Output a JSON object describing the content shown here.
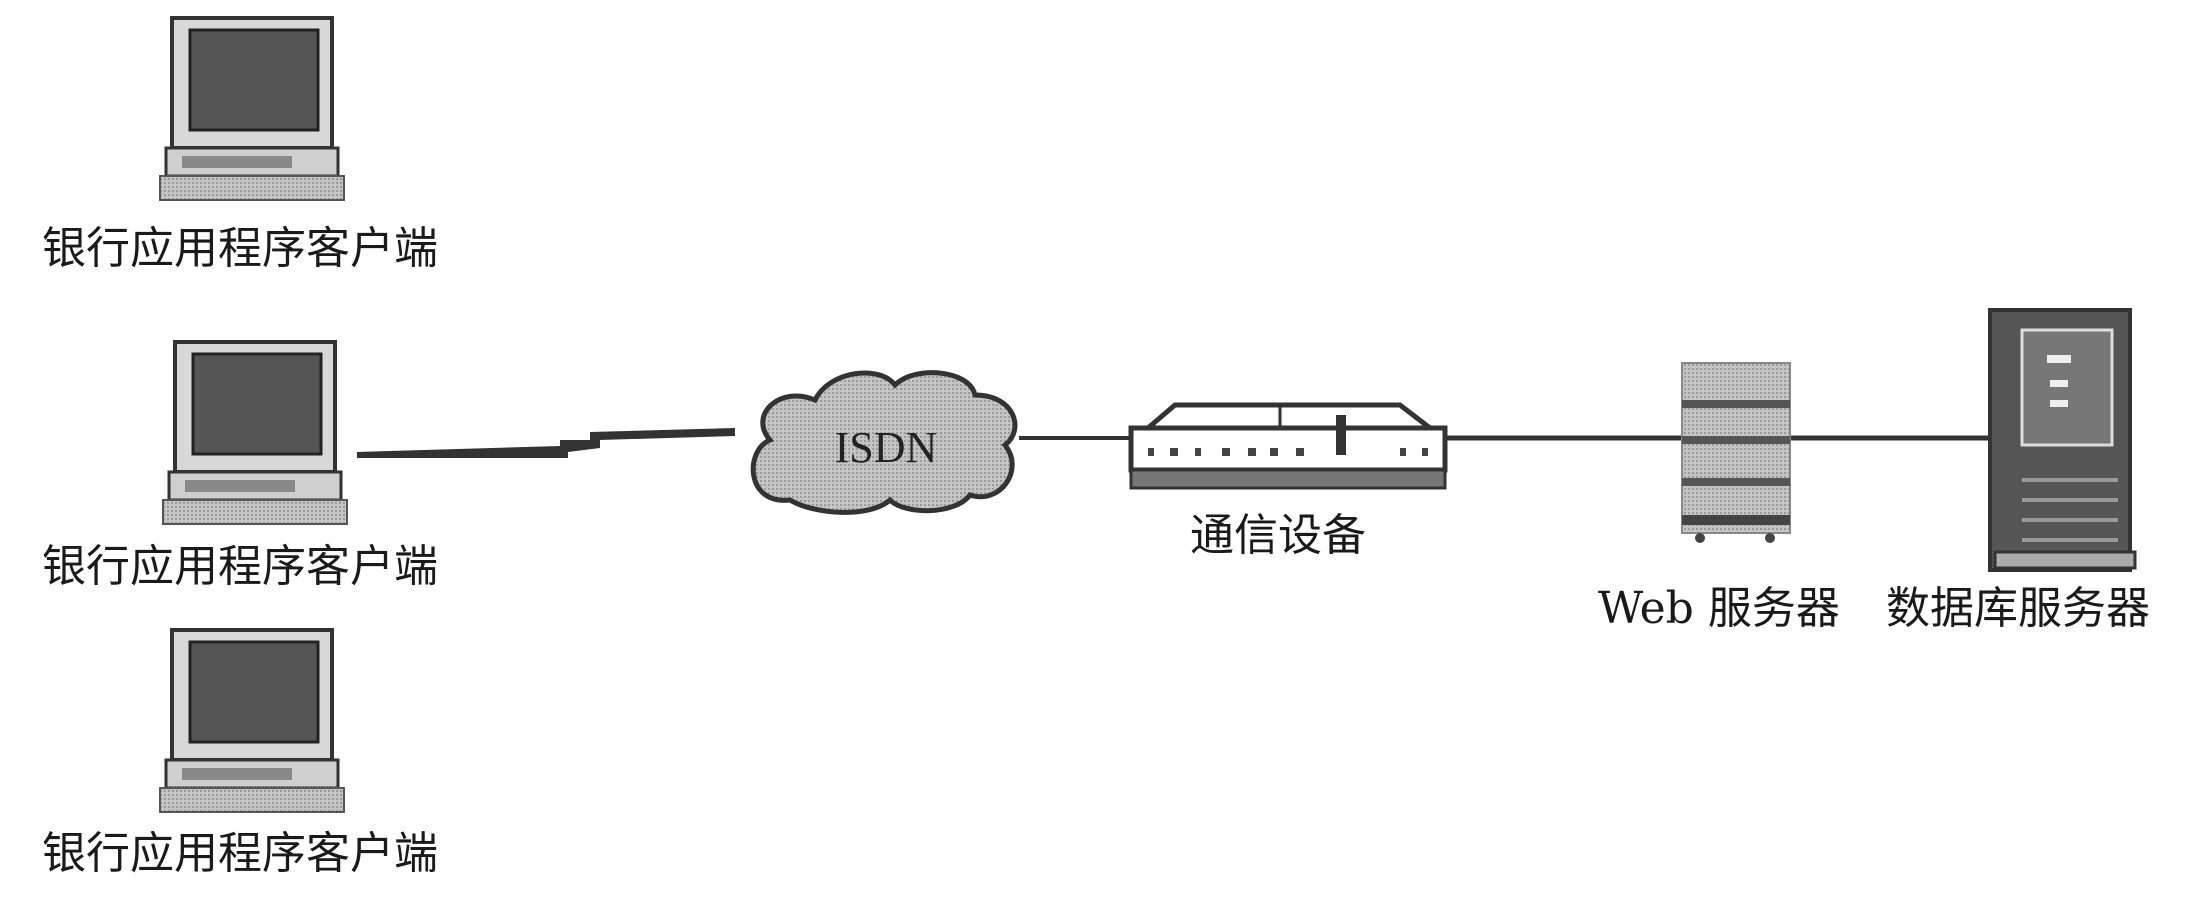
{
  "diagram": {
    "clients": [
      {
        "label": "银行应用程序客户端",
        "icon": "desktop-computer-icon"
      },
      {
        "label": "银行应用程序客户端",
        "icon": "desktop-computer-icon"
      },
      {
        "label": "银行应用程序客户端",
        "icon": "desktop-computer-icon"
      }
    ],
    "network": {
      "label": "ISDN",
      "icon": "cloud-icon"
    },
    "link": {
      "icon": "lightning-link-icon"
    },
    "comm_device": {
      "label": "通信设备",
      "icon": "modem-icon"
    },
    "web_server": {
      "label": "Web 服务器",
      "icon": "server-rack-icon"
    },
    "db_server": {
      "label": "数据库服务器",
      "icon": "tower-server-icon"
    },
    "colors": {
      "line": "#333333",
      "fill_gray": "#b8b8b8",
      "dark_gray": "#555555"
    }
  }
}
